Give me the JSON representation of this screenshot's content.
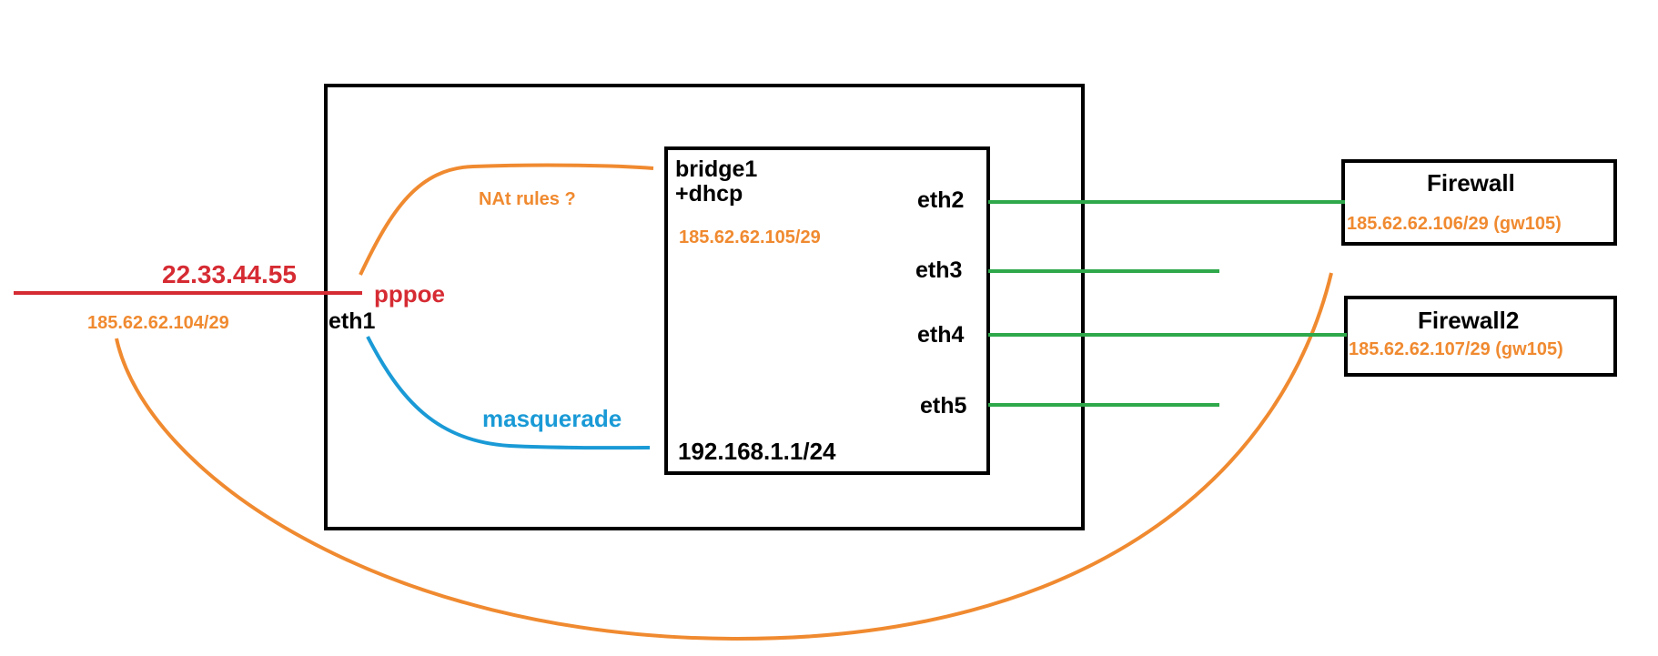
{
  "public_ip": "22.33.44.55",
  "pppoe_label": "pppoe",
  "eth1_label": "eth1",
  "wan_subnet_label": "185.62.62.104/29",
  "nat_label": "NAt rules ?",
  "masquerade_label": "masquerade",
  "bridge": {
    "name": "bridge1",
    "dhcp": "+dhcp",
    "public_ip": "185.62.62.105/29",
    "lan_ip": "192.168.1.1/24",
    "ports": [
      "eth2",
      "eth3",
      "eth4",
      "eth5"
    ]
  },
  "firewall1": {
    "title": "Firewall",
    "ip": "185.62.62.106/29 (gw105)"
  },
  "firewall2": {
    "title": "Firewall2",
    "ip": "185.62.62.107/29 (gw105)"
  },
  "colors": {
    "wan": "#d62b33",
    "public": "#f08a30",
    "lan": "#1a9ad6",
    "ports": "#2ea84a",
    "outline": "#000000"
  }
}
